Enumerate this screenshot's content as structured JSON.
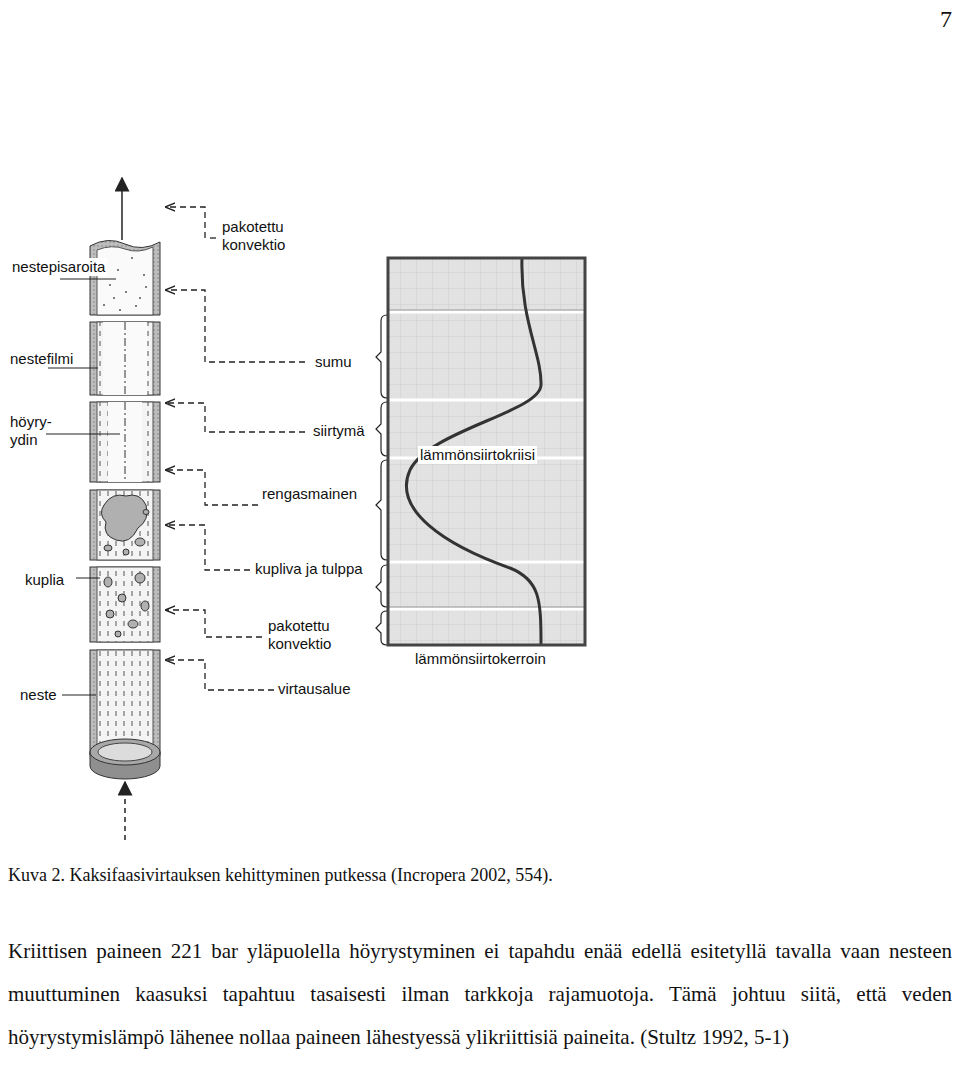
{
  "diagram": {
    "caption": "Kuva 2. Kaksifaasivirtauksen kehittyminen putkessa (Incropera 2002, 554).",
    "labels": [
      "7",
      "nestepisaroita",
      "pakotettu konvektio",
      "nestefilmi",
      "sumu",
      "höyry- ydin",
      "siirtymä",
      "lämmönsiirtokriisi",
      "rengasmainen",
      "kuplia",
      "kupliva ja tulppa",
      "pakotettu konvektio",
      "lämmönsiirtokerroin",
      "neste",
      "virtausalue",
      "Kriittisen paineen 221 bar yläpuolella höyrystyminen ei tapahdu enää edellä esitetyllä tavalla vaan nesteen muuttuminen kaasuksi tapahtuu tasaisesti ilman tarkkoja rajamuotoja. Tämä johtuu siitä, että veden höyrystymislämpö lähenee nollaa paineen lähestyessä ylikriittisiä paineita. (Stultz 1992, 5-1)"
    ]
  }
}
